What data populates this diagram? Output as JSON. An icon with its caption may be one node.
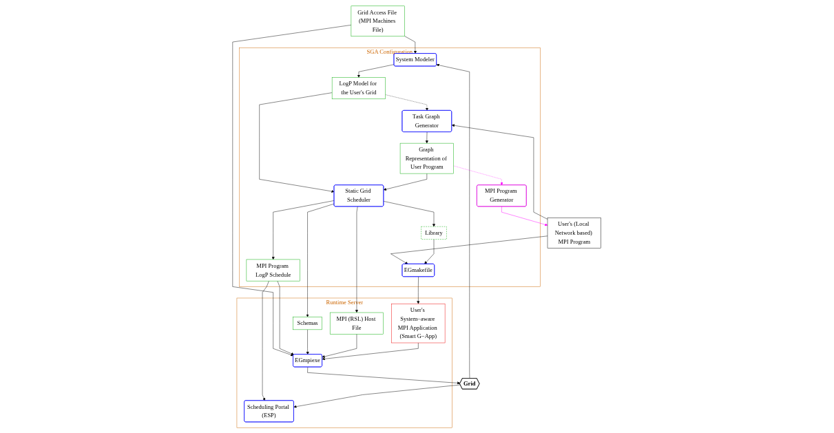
{
  "diagram": {
    "nodes": [
      {
        "text": [
          "Grid Access File (MPI Machines File)"
        ]
      },
      {
        "text": [
          "Grid"
        ]
      },
      {
        "text": [
          "SGA Configuration"
        ]
      },
      {
        "text": [
          "System Modeler"
        ],
        "in": 2
      },
      {
        "text": [
          "LogP Model for the User's Grid"
        ],
        "in": 2
      },
      {
        "text": [
          "Static Grid Scheduler"
        ],
        "in": 2
      },
      {
        "text": [
          "Task Graph Generator"
        ],
        "in": 2
      },
      {
        "text": [
          "Graph Representation of User Program"
        ],
        "in": 2
      },
      {
        "text": [
          "MPI Program LogP Schedule"
        ],
        "in": 2
      },
      {
        "text": [
          "Library"
        ],
        "in": 2
      },
      {
        "text": [
          "MPI Program Generator"
        ],
        "in": 2
      },
      {
        "text": [
          "EGmakefile"
        ],
        "in": 2
      },
      {
        "text": [
          "User's (Local Network based) MPI Program"
        ]
      },
      {
        "text": [
          "Runtime Server"
        ]
      },
      {
        "text": [
          "Scheduling Portal (ESP)"
        ],
        "in": 13
      },
      {
        "text": [
          "EGmpiexe"
        ],
        "in": 13
      },
      {
        "text": [
          "Schemas"
        ],
        "in": 13
      },
      {
        "text": [
          "MPI (RSL) Host File"
        ],
        "in": 13
      },
      {
        "text": [
          "User's System−aware MPI Application (Smart G−App)"
        ],
        "in": 13
      }
    ],
    "edges": [
      {
        "from": 0,
        "to": 3,
        "arrow": "to"
      },
      {
        "from": 0,
        "to": 15,
        "arrow": "to"
      },
      {
        "from": 1,
        "to": 3,
        "arrow": "to"
      },
      {
        "from": 3,
        "to": 4,
        "arrow": "to"
      },
      {
        "from": 4,
        "to": 5,
        "arrow": "to"
      },
      {
        "from": 4,
        "to": 6,
        "arrow": "to",
        "style": "dashed"
      },
      {
        "from": 6,
        "to": 7,
        "arrow": "to"
      },
      {
        "from": 7,
        "to": 5,
        "arrow": "to"
      },
      {
        "from": 7,
        "to": 10,
        "arrow": "to",
        "style": "dashed",
        "color": "#ff00ff"
      },
      {
        "from": 10,
        "to": 12,
        "arrow": "to",
        "color": "#ff00ff"
      },
      {
        "from": 12,
        "to": 6,
        "arrow": "to"
      },
      {
        "from": 12,
        "to": 11,
        "arrow": "to"
      },
      {
        "from": 5,
        "to": 8,
        "arrow": "to"
      },
      {
        "from": 5,
        "to": 9,
        "arrow": "to"
      },
      {
        "from": 5,
        "to": 16,
        "arrow": "to"
      },
      {
        "from": 5,
        "to": 17,
        "arrow": "to"
      },
      {
        "from": 8,
        "to": 14,
        "arrow": "to"
      },
      {
        "from": 8,
        "to": 15,
        "arrow": "to"
      },
      {
        "from": 1,
        "to": 14,
        "arrow": "to"
      },
      {
        "from": 9,
        "to": 11,
        "arrow": "to"
      },
      {
        "from": 11,
        "to": 18,
        "arrow": "to"
      },
      {
        "from": 16,
        "to": 15,
        "arrow": "to"
      },
      {
        "from": 17,
        "to": 15,
        "arrow": "to"
      },
      {
        "from": 18,
        "to": 15,
        "arrow": "to"
      },
      {
        "from": 15,
        "to": 1,
        "arrow": "to"
      }
    ]
  }
}
